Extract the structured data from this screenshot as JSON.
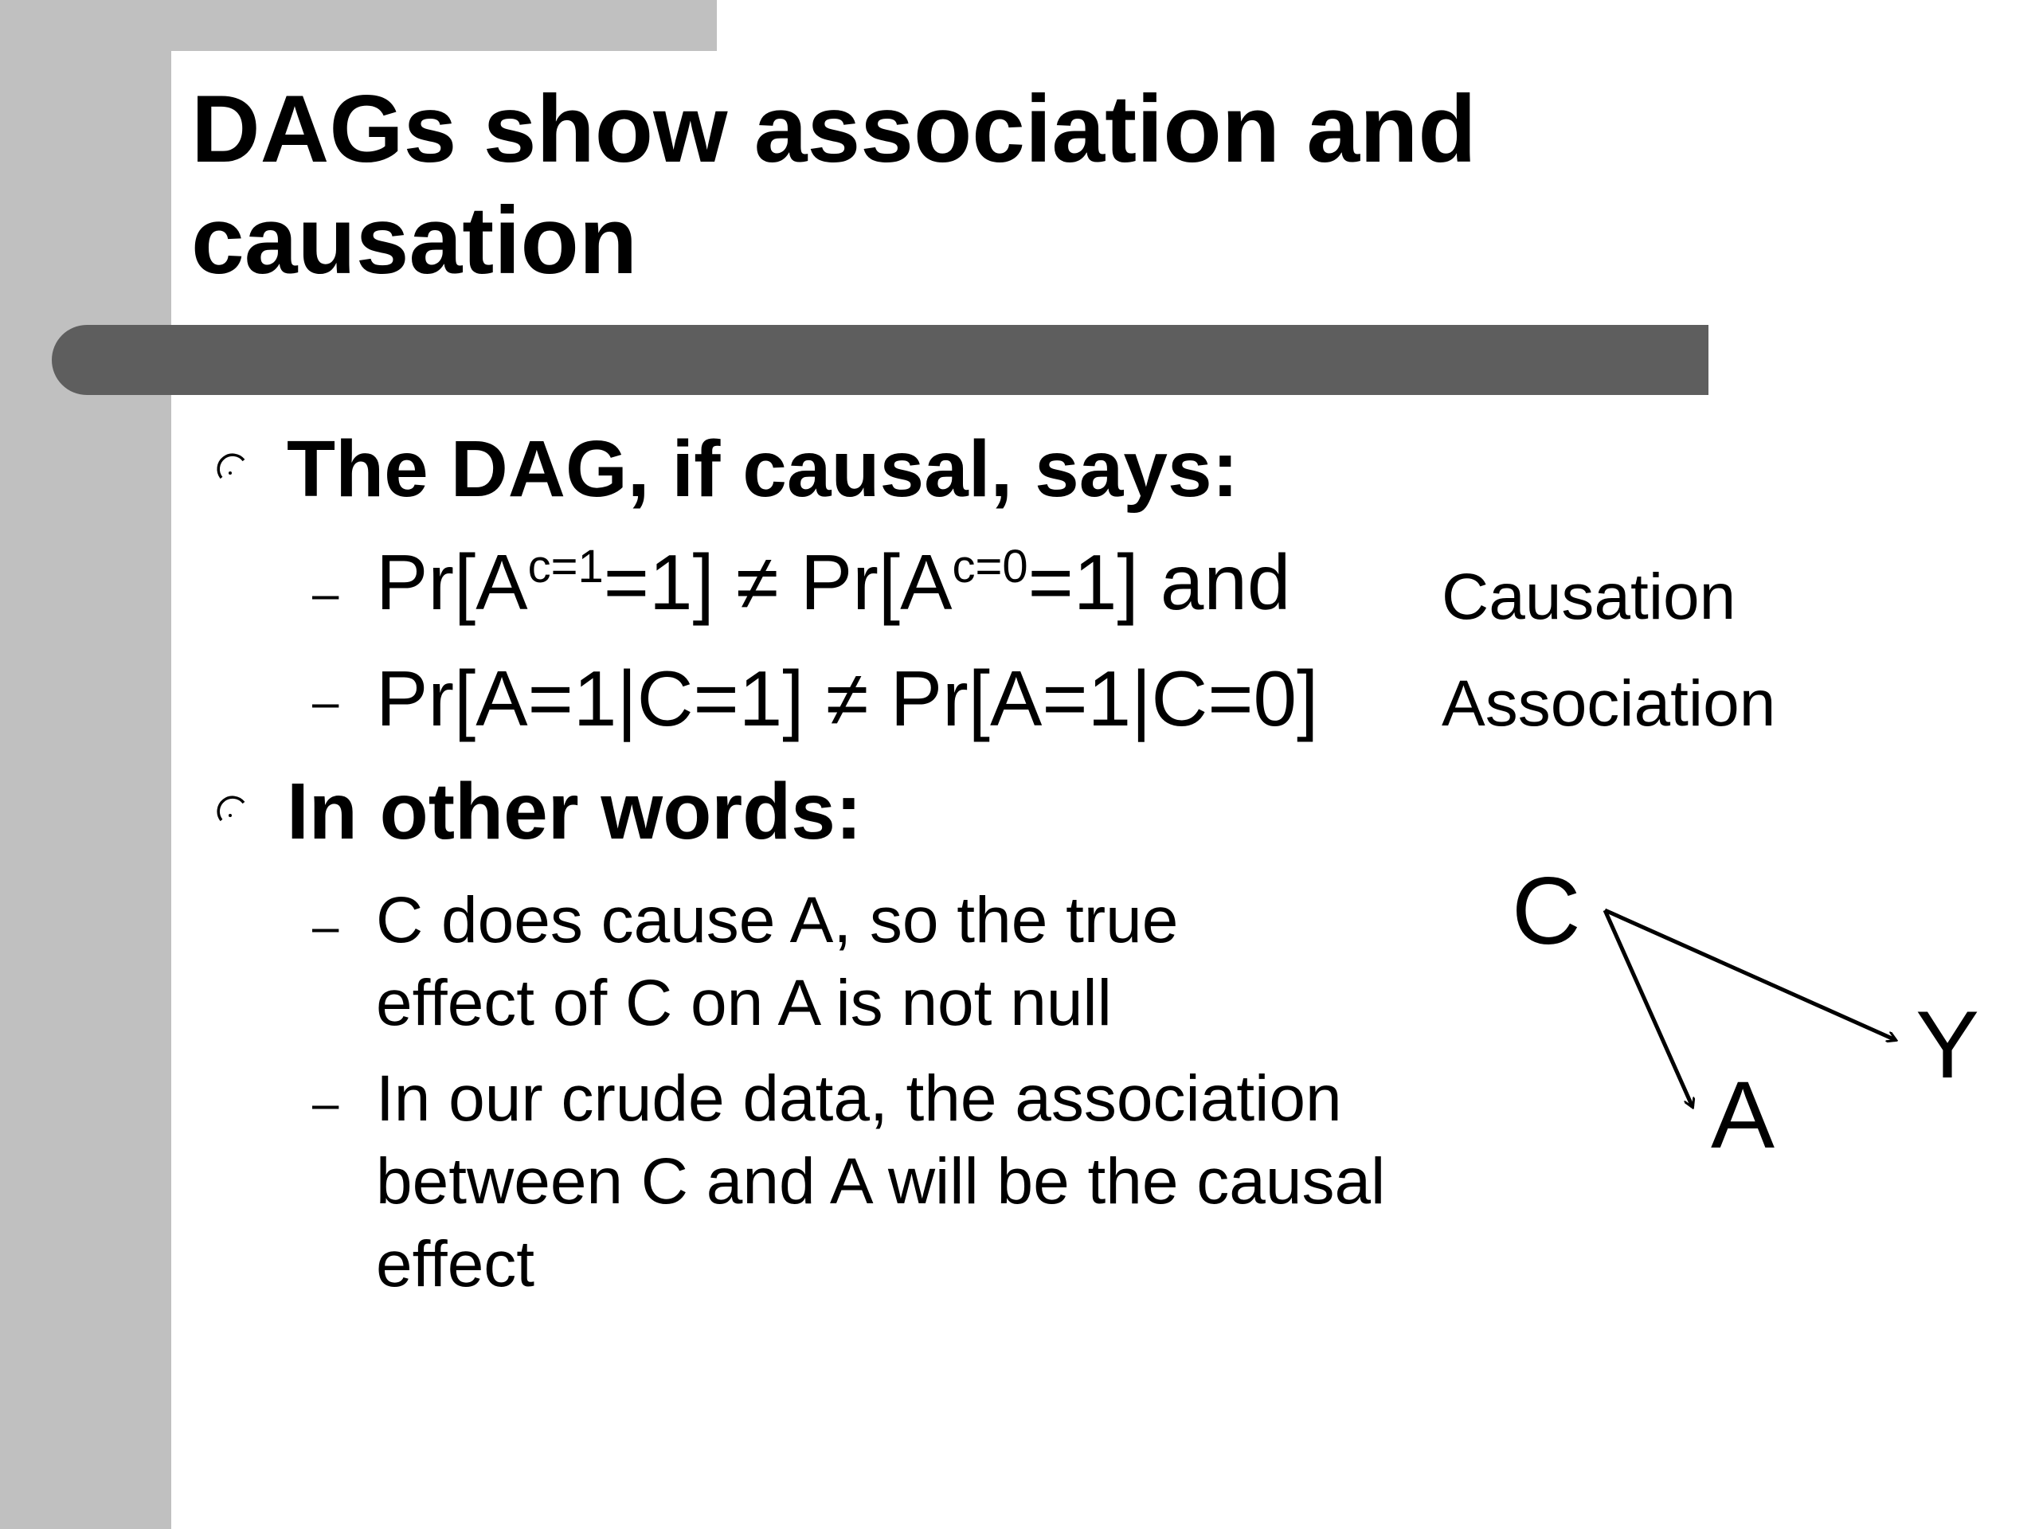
{
  "slide": {
    "title": "DAGs show association and causation",
    "bullets": [
      {
        "text": "The DAG, if causal, says:",
        "subitems": [
          {
            "dash": "–",
            "parts": [
              "Pr[A",
              "c=1",
              "=1] ≠ Pr[A",
              "c=0",
              "=1] and"
            ],
            "side_label": "Causation"
          },
          {
            "dash": "–",
            "text": "Pr[A=1|C=1] ≠ Pr[A=1|C=0]",
            "side_label": "Association"
          }
        ]
      },
      {
        "text": "In other words:",
        "subitems": [
          {
            "dash": "–",
            "text": "C does cause A, so the true effect of C on A is not null"
          },
          {
            "dash": "–",
            "text": "In our crude data, the association between C and A will be the causal effect"
          }
        ]
      }
    ],
    "dag": {
      "nodes": {
        "c": "C",
        "a": "A",
        "y": "Y"
      },
      "edges": [
        {
          "from": "C",
          "to": "A"
        },
        {
          "from": "C",
          "to": "Y"
        }
      ]
    },
    "colors": {
      "background": "#ffffff",
      "side_panel": "#c0c0c0",
      "bar": "#5e5e5e"
    },
    "icons": {
      "bullet": "partial-circle-bullet-icon"
    }
  }
}
